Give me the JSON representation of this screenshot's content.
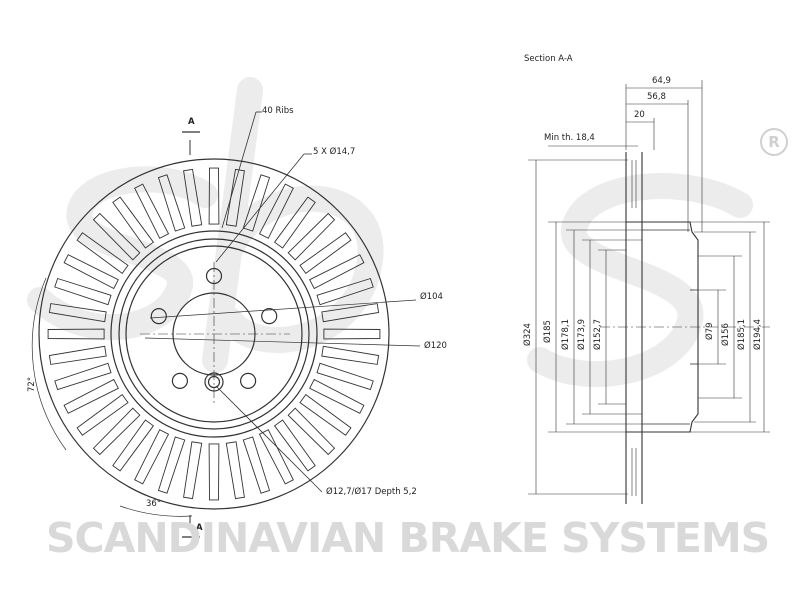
{
  "brand": {
    "logo_letters": "sbs",
    "registered_mark": "R",
    "tagline": "SCANDINAVIAN BRAKE SYSTEMS",
    "watermark_color": "#d9d9d9"
  },
  "front_view": {
    "section_marker_top": "A",
    "section_marker_bottom": "A",
    "rib_label": "40 Ribs",
    "bolt_holes_label": "5 X Ø14,7",
    "pcd_label": "Ø104",
    "centering_label": "Ø120",
    "locator_hole_label": "Ø12,7/Ø17 Depth 5,2",
    "angle_left": "72°",
    "angle_bottom": "36°",
    "rib_count": 40,
    "bolt_hole_count": 5
  },
  "section_view": {
    "title": "Section A-A",
    "width_total": "64,9",
    "width_hat": "56,8",
    "thickness": "20",
    "min_thickness": "Min th. 18,4",
    "dia_outer": "Ø324",
    "dia_185": "Ø185",
    "dia_178": "Ø178,1",
    "dia_173": "Ø173,9",
    "dia_152": "Ø152,7",
    "dia_79": "Ø79",
    "dia_156": "Ø156",
    "dia_185_1": "Ø185,1",
    "dia_194": "Ø194,4"
  },
  "colors": {
    "line": "#333333",
    "text": "#222222"
  }
}
